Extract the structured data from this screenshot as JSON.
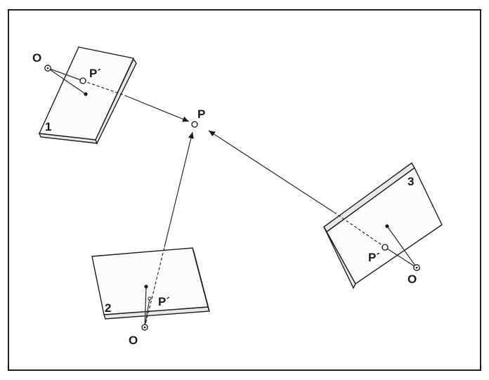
{
  "labels": {
    "P": "P",
    "plate1_number": "1",
    "plate2_number": "2",
    "plate3_number": "3",
    "plate1_O": "O",
    "plate1_Pprime": "P´",
    "plate2_O": "O",
    "plate2_Pprime": "P´",
    "plate3_O": "O",
    "plate3_Pprime": "P´"
  },
  "colors": {
    "frame": "#1e1e1e",
    "ink": "#2a2a2a",
    "background": "#ffffff",
    "plate_face": "#fcfcfc",
    "plate_edge": "#e8e8e8"
  }
}
